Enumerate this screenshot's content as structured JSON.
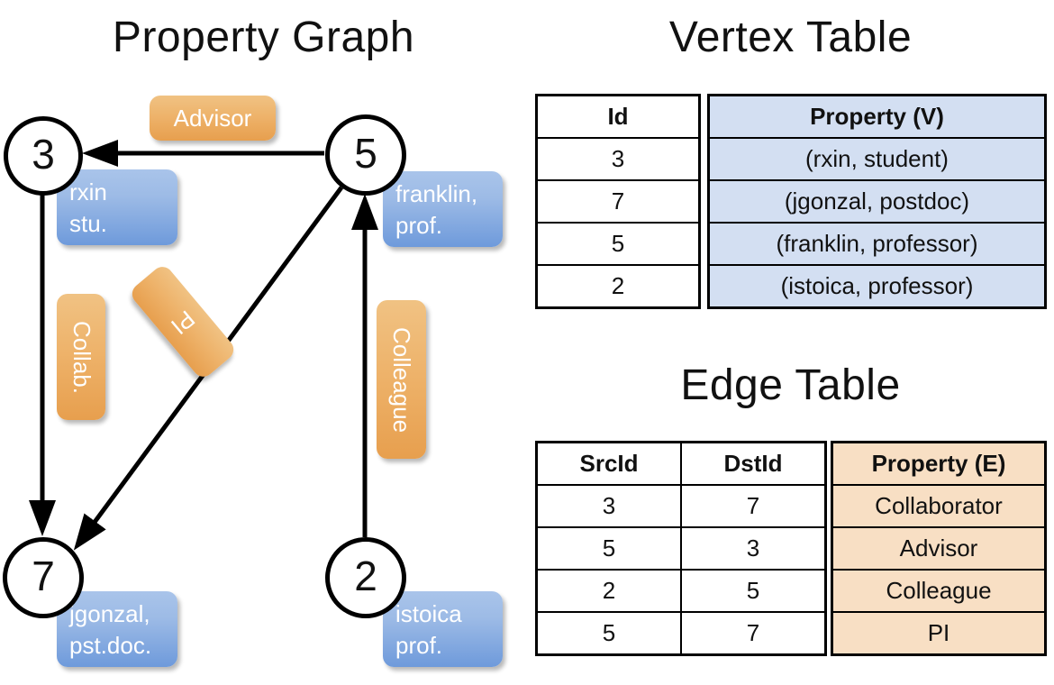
{
  "panels": {
    "graph_title": "Property Graph",
    "vertex_title": "Vertex Table",
    "edge_title": "Edge Table"
  },
  "graph": {
    "nodes": [
      {
        "id": "3",
        "property_label": "rxin\nstu."
      },
      {
        "id": "5",
        "property_label": "franklin,\nprof."
      },
      {
        "id": "7",
        "property_label": "jgonzal,\npst.doc."
      },
      {
        "id": "2",
        "property_label": "istoica\nprof."
      }
    ],
    "node_labels": {
      "n3": "3",
      "n5": "5",
      "n7": "7",
      "n2": "2"
    },
    "vertex_props": {
      "rxin_line1": "rxin",
      "rxin_line2": "stu.",
      "franklin_line1": "franklin,",
      "franklin_line2": "prof.",
      "jgonzal_line1": "jgonzal,",
      "jgonzal_line2": "pst.doc.",
      "istoica_line1": "istoica",
      "istoica_line2": "prof."
    },
    "edge_labels": {
      "advisor": "Advisor",
      "collab": "Collab.",
      "pi": "PI",
      "colleague": "Colleague"
    },
    "colors": {
      "vertex_box": "#9dbbe6",
      "edge_box": "#eeb36b",
      "stroke": "#000000"
    }
  },
  "vertex_table": {
    "headers": [
      "Id",
      "Property (V)"
    ],
    "rows": [
      [
        "3",
        "(rxin, student)"
      ],
      [
        "7",
        "(jgonzal, postdoc)"
      ],
      [
        "5",
        "(franklin, professor)"
      ],
      [
        "2",
        "(istoica, professor)"
      ]
    ],
    "header_fill": "#d3dff2"
  },
  "edge_table": {
    "headers": [
      "SrcId",
      "DstId",
      "Property (E)"
    ],
    "rows": [
      [
        "3",
        "7",
        "Collaborator"
      ],
      [
        "5",
        "3",
        "Advisor"
      ],
      [
        "2",
        "5",
        "Colleague"
      ],
      [
        "5",
        "7",
        "PI"
      ]
    ],
    "header_fill": "#f8dfc4"
  }
}
